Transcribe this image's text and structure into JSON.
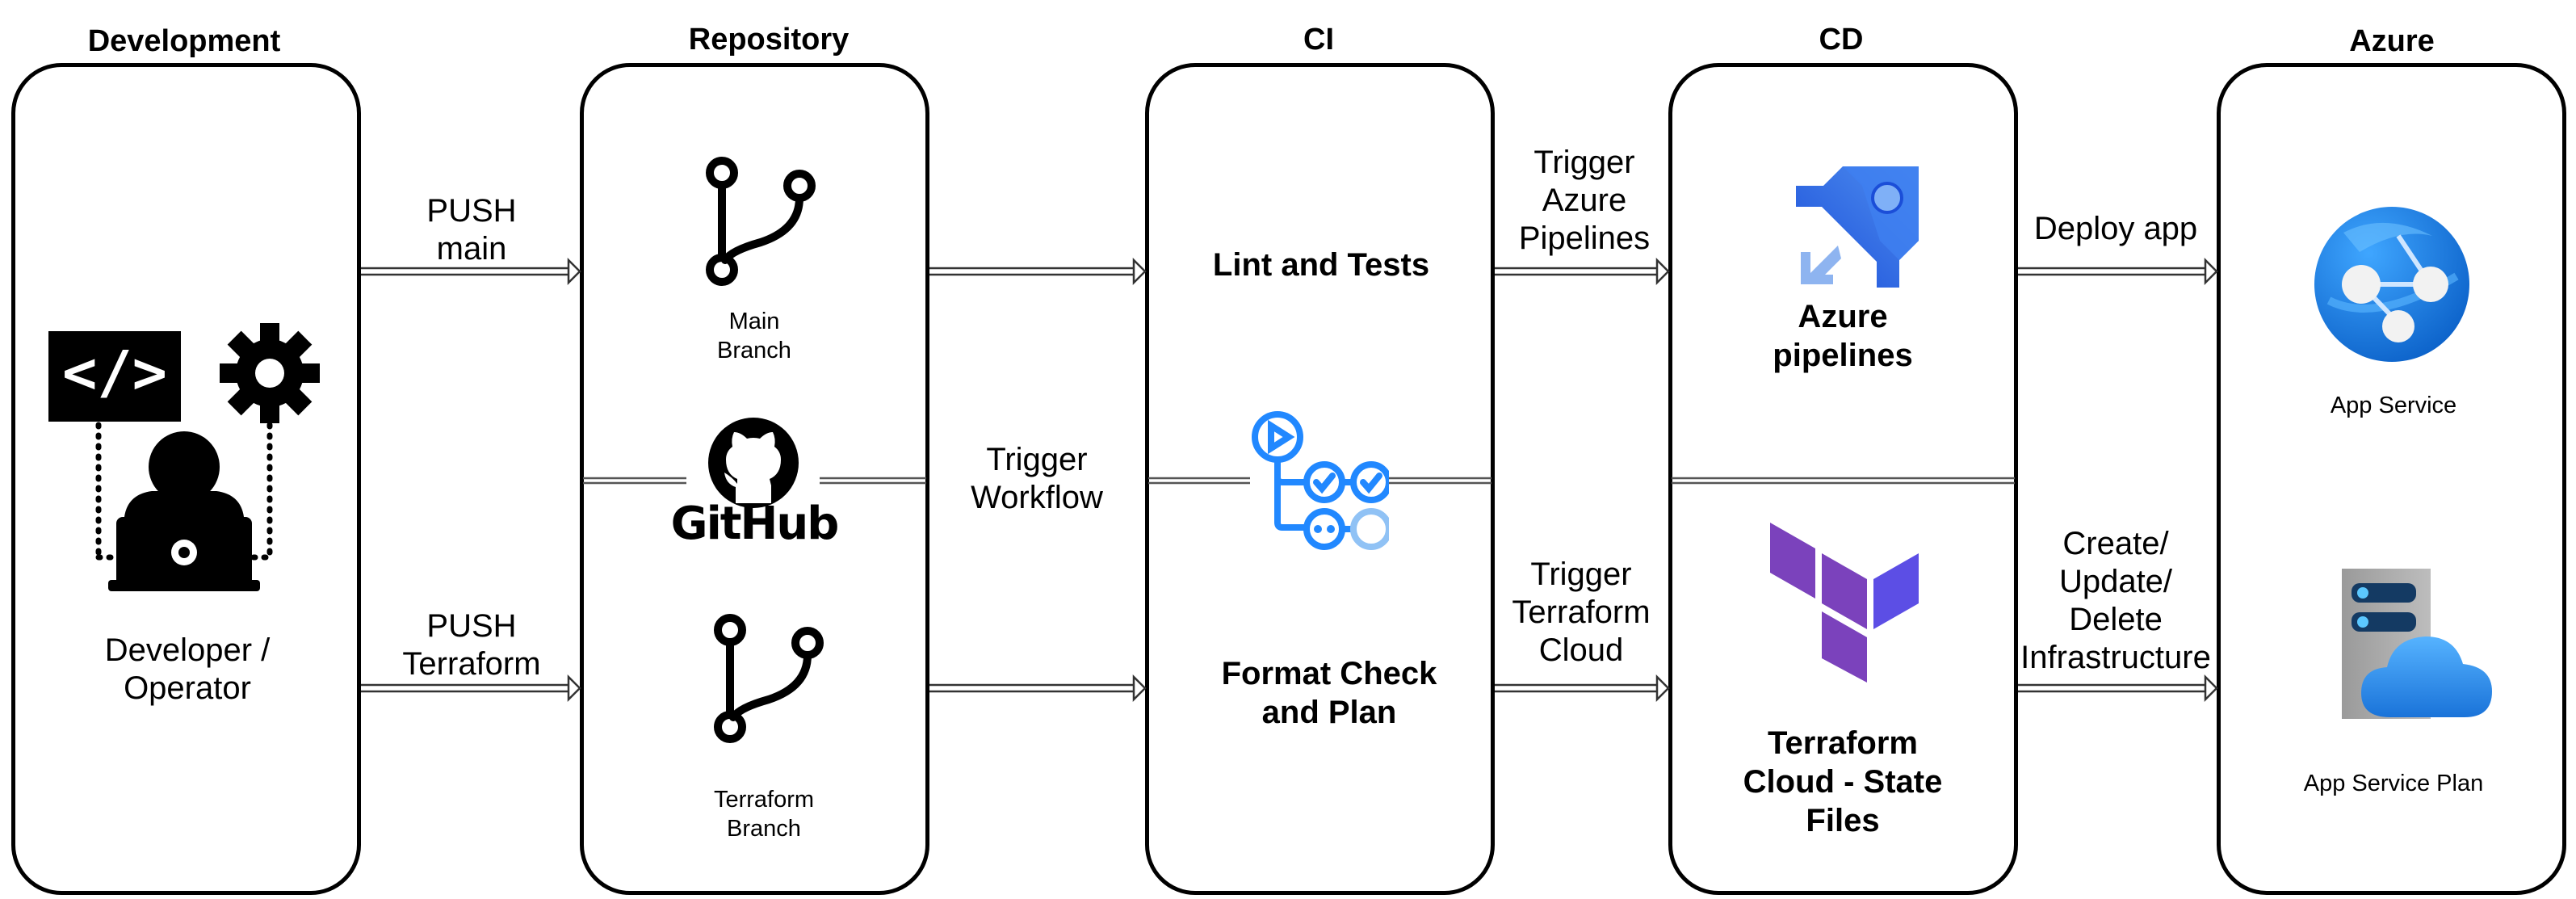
{
  "columns": {
    "development": "Development",
    "repository": "Repository",
    "ci": "CI",
    "cd": "CD",
    "azure": "Azure"
  },
  "nodes": {
    "developer": [
      "Developer /",
      "Operator"
    ],
    "main_branch": [
      "Main",
      "Branch"
    ],
    "github": "GitHub",
    "terraform_branch": [
      "Terraform",
      "Branch"
    ],
    "lint_tests": "Lint and Tests",
    "format_check": [
      "Format Check",
      "and Plan"
    ],
    "azure_pipelines": [
      "Azure",
      "pipelines"
    ],
    "terraform_cloud": [
      "Terraform",
      "Cloud - State",
      "Files"
    ],
    "app_service": "App Service",
    "app_service_plan": "App Service Plan"
  },
  "edges": {
    "push_main": [
      "PUSH",
      "main"
    ],
    "push_terraform": [
      "PUSH",
      "Terraform"
    ],
    "trigger_workflow": [
      "Trigger",
      "Workflow"
    ],
    "trigger_azure_pipelines": [
      "Trigger",
      "Azure",
      "Pipelines"
    ],
    "trigger_terraform_cloud": [
      "Trigger",
      "Terraform",
      "Cloud"
    ],
    "deploy_app": "Deploy app",
    "infra_ops": [
      "Create/",
      "Update/",
      "Delete",
      "Infrastructure"
    ]
  },
  "colors": {
    "azure_blue": "#0078d4",
    "github_actions_blue": "#2188ff",
    "terraform_purple": "#7b42bc"
  }
}
